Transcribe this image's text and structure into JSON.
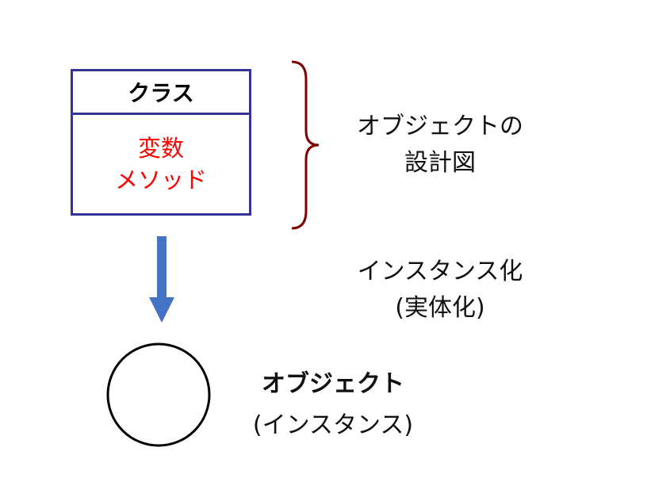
{
  "class_box": {
    "title": "クラス",
    "members": [
      "変数",
      "メソッド"
    ]
  },
  "blueprint_label": [
    "オブジェクトの",
    "設計図"
  ],
  "instantiation_label": [
    "インスタンス化",
    "(実体化)"
  ],
  "object_label": {
    "title": "オブジェクト",
    "subtitle": "(インスタンス)"
  },
  "colors": {
    "box_border": "#333399",
    "members": "#ff0000",
    "brace": "#7f0000",
    "arrow": "#4472c4"
  }
}
